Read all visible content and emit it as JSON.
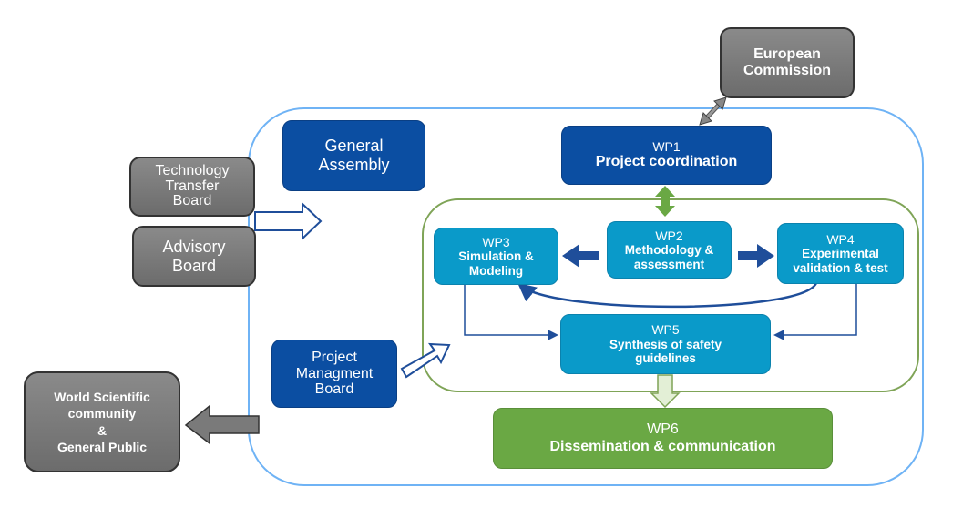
{
  "diagram": {
    "colors": {
      "outer_frame": "#6fb3f5",
      "inner_frame": "#7fa457",
      "navy": "#0b4ea2",
      "teal": "#0a9ac9",
      "green": "#6aa844",
      "gray": "#7a7a7a"
    },
    "european_commission": {
      "line1": "European",
      "line2": "Commission"
    },
    "general_assembly": {
      "line1": "General",
      "line2": "Assembly"
    },
    "technology_transfer_board": {
      "line1": "Technology",
      "line2": "Transfer",
      "line3": "Board"
    },
    "advisory_board": {
      "line1": "Advisory",
      "line2": "Board"
    },
    "project_management_board": {
      "line1": "Project",
      "line2": "Managment",
      "line3": "Board"
    },
    "world_scientific": {
      "line1": "World Scientific",
      "line2": "community",
      "line3": "&",
      "line4": "General Public"
    },
    "wp1": {
      "id": "WP1",
      "title": "Project coordination"
    },
    "wp2": {
      "id": "WP2",
      "line1": "Methodology &",
      "line2": "assessment"
    },
    "wp3": {
      "id": "WP3",
      "line1": "Simulation &",
      "line2": "Modeling"
    },
    "wp4": {
      "id": "WP4",
      "line1": "Experimental",
      "line2": "validation & test"
    },
    "wp5": {
      "id": "WP5",
      "line1": "Synthesis of safety",
      "line2": "guidelines"
    },
    "wp6": {
      "id": "WP6",
      "title": "Dissemination & communication"
    }
  }
}
